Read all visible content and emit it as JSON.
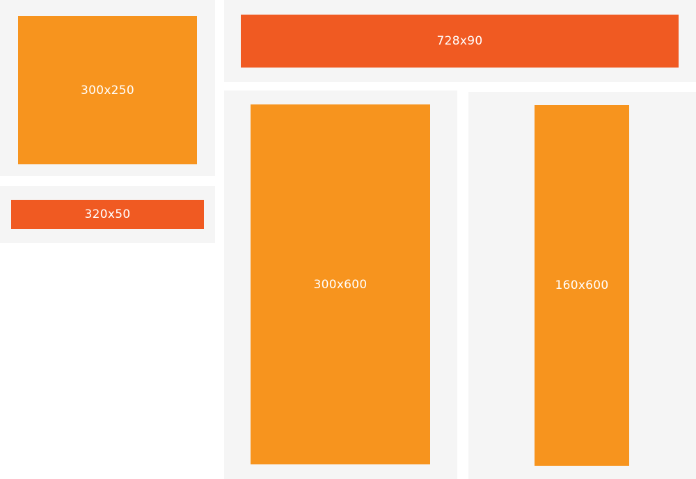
{
  "colors": {
    "panel_background": "#f5f5f5",
    "primary_orange": "#f7941e",
    "accent_red_orange": "#f05a22",
    "label_text": "#ffffff"
  },
  "ads": {
    "medium_rectangle": {
      "label": "300x250",
      "color": "#f7941e"
    },
    "mobile_banner": {
      "label": "320x50",
      "color": "#f05a22"
    },
    "leaderboard": {
      "label": "728x90",
      "color": "#f05a22"
    },
    "half_page": {
      "label": "300x600",
      "color": "#f7941e"
    },
    "wide_skyscraper": {
      "label": "160x600",
      "color": "#f7941e"
    }
  }
}
